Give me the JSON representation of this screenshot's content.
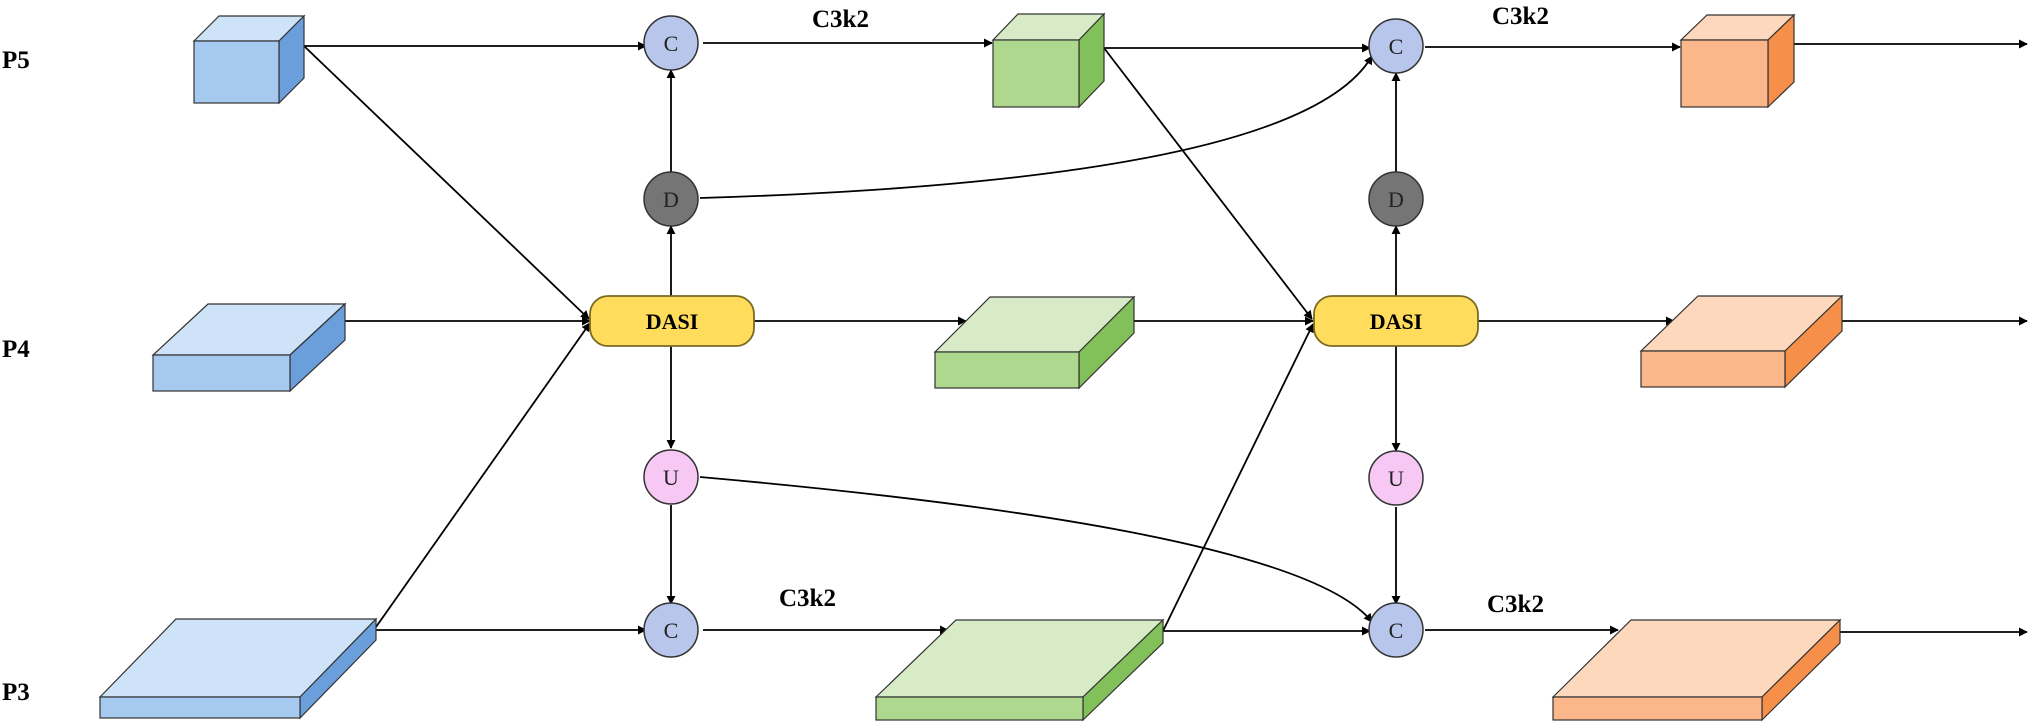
{
  "levels": {
    "p5": "P5",
    "p4": "P4",
    "p3": "P3"
  },
  "ops": {
    "concat": "C",
    "down": "D",
    "up": "U",
    "dasi": "DASI",
    "c3k2": "C3k2"
  },
  "colors": {
    "blue": {
      "top": "#cfe3f8",
      "front": "#a6c9ef",
      "side": "#6a9fdc"
    },
    "green": {
      "top": "#d6ebc6",
      "front": "#afd88f",
      "side": "#82c05a"
    },
    "orange": {
      "top": "#fdd8bc",
      "front": "#fbb68a",
      "side": "#f58f49"
    },
    "concat_fill": "#b8c6ec",
    "down_fill": "#757575",
    "up_fill": "#f8c8f5",
    "dasi_fill": "#ffdc5c",
    "dasi_stroke": "#7a6a20"
  }
}
